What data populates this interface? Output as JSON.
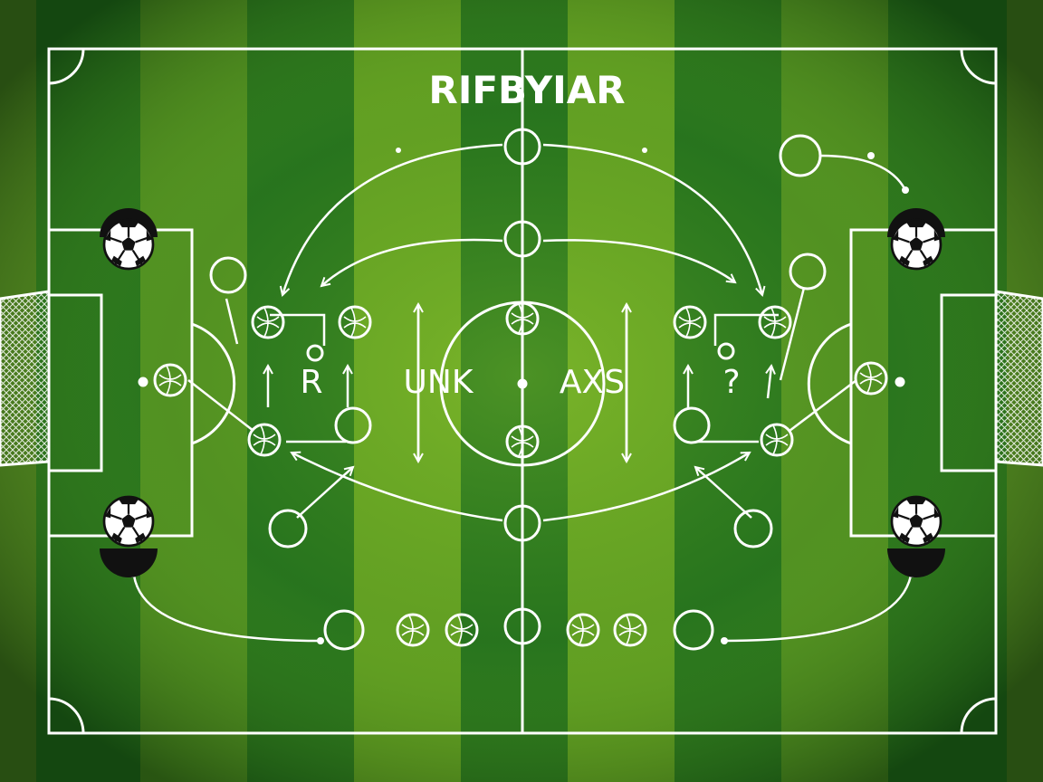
{
  "diagram": {
    "title": "RIFBYIAR",
    "midfield_labels": {
      "left_a": "R",
      "left_b": "UNK",
      "right_a": "AXS",
      "right_b": "?"
    }
  },
  "colors": {
    "stripe_light": "#5f9a22",
    "stripe_dark": "#1e6a1c",
    "line": "#ffffff",
    "ball_dark": "#111111"
  },
  "icons": {
    "ball": "soccer-ball-icon",
    "goal": "goal-net-icon",
    "player": "player-marker-icon"
  }
}
